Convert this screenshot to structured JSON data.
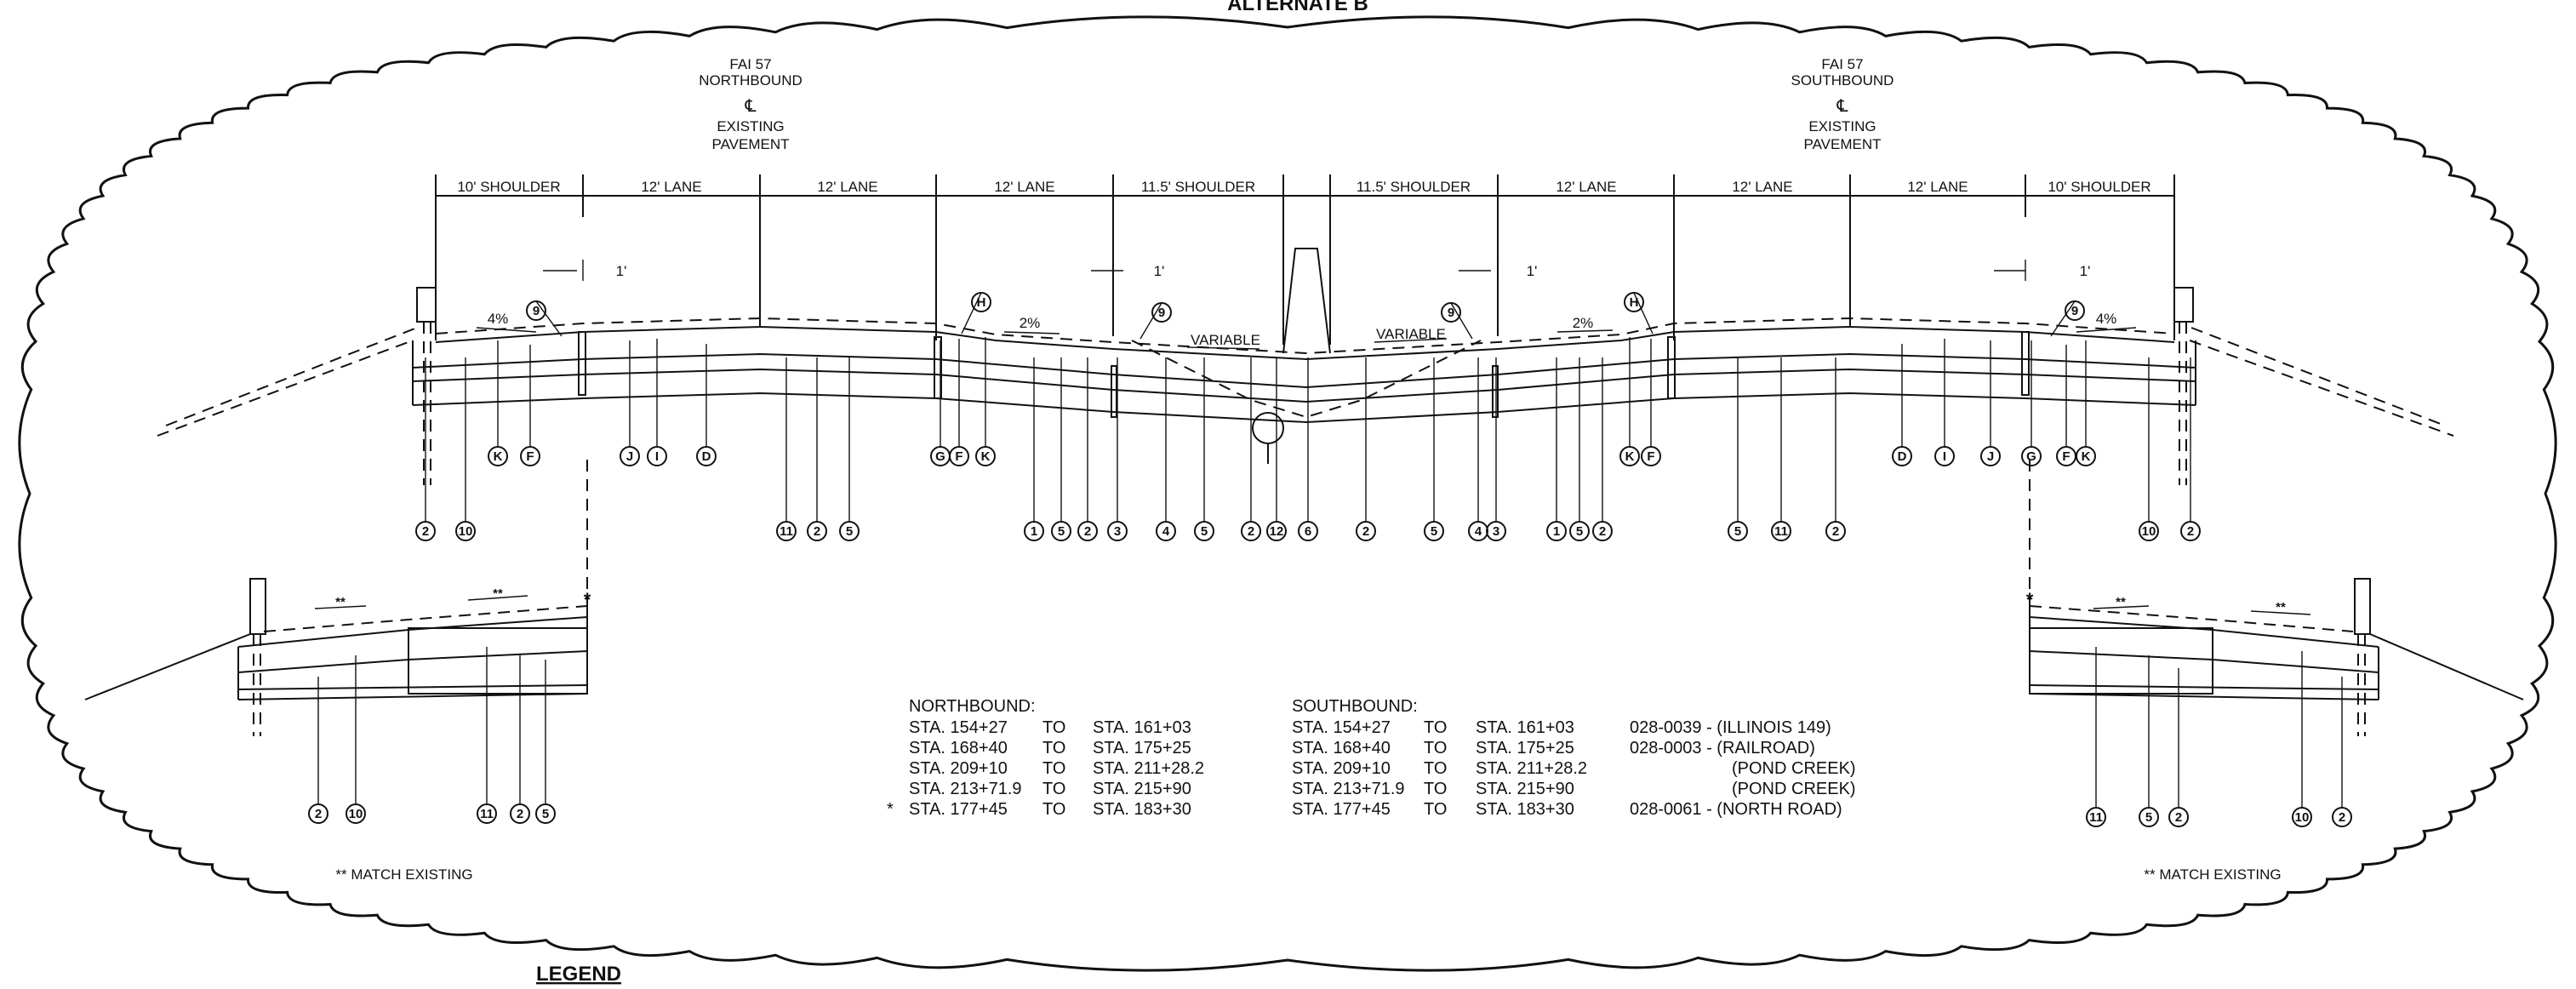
{
  "sheet_title": "ALTERNATE B",
  "legend_heading": "LEGEND",
  "northbound": {
    "road": "FAI 57",
    "direction": "NORTHBOUND",
    "cl_symbol": "℄",
    "note": "EXISTING",
    "note2": "PAVEMENT"
  },
  "southbound": {
    "road": "FAI 57",
    "direction": "SOUTHBOUND",
    "cl_symbol": "℄",
    "note": "EXISTING",
    "note2": "PAVEMENT"
  },
  "widths": {
    "nb": [
      "10' SHOULDER",
      "12' LANE",
      "12' LANE",
      "12' LANE",
      "11.5' SHOULDER"
    ],
    "sb": [
      "11.5' SHOULDER",
      "12' LANE",
      "12' LANE",
      "12' LANE",
      "10' SHOULDER"
    ]
  },
  "dims": {
    "one_ft": "1'"
  },
  "slopes": {
    "four": "4%",
    "two": "2%",
    "variable": "VARIABLE"
  },
  "match_existing": "** MATCH EXISTING",
  "double_star": "**",
  "asterisk": "*",
  "station_tables": {
    "nb_title": "NORTHBOUND:",
    "sb_title": "SOUTHBOUND:",
    "to": "TO",
    "nb_rows": [
      {
        "mark": "",
        "from": "STA. 154+27",
        "to": "STA. 161+03"
      },
      {
        "mark": "",
        "from": "STA. 168+40",
        "to": "STA. 175+25"
      },
      {
        "mark": "",
        "from": "STA. 209+10",
        "to": "STA. 211+28.2"
      },
      {
        "mark": "",
        "from": "STA. 213+71.9",
        "to": "STA. 215+90"
      },
      {
        "mark": "*",
        "from": "STA. 177+45",
        "to": "STA. 183+30"
      }
    ],
    "sb_rows": [
      {
        "from": "STA. 154+27",
        "to": "STA. 161+03",
        "note": "028-0039 - (ILLINOIS 149)"
      },
      {
        "from": "STA. 168+40",
        "to": "STA. 175+25",
        "note": "028-0003 - (RAILROAD)"
      },
      {
        "from": "STA. 209+10",
        "to": "STA. 211+28.2",
        "note": "(POND CREEK)"
      },
      {
        "from": "STA. 213+71.9",
        "to": "STA. 215+90",
        "note": "(POND CREEK)"
      },
      {
        "from": "STA. 177+45",
        "to": "STA. 183+30",
        "note": "028-0061 - (NORTH ROAD)"
      }
    ]
  },
  "callouts": {
    "upper_letters": [
      "H",
      "H"
    ],
    "upper_nums": [
      "9",
      "9",
      "9",
      "9"
    ],
    "mid_row": [
      "K",
      "F",
      "J",
      "I",
      "D",
      "G",
      "F",
      "K",
      "K",
      "F",
      "D",
      "I",
      "J",
      "G",
      "F",
      "K"
    ],
    "bottom_row": [
      "2",
      "10",
      "11",
      "2",
      "5",
      "1",
      "5",
      "2",
      "3",
      "4",
      "5",
      "2",
      "12",
      "6",
      "2",
      "5",
      "4",
      "3",
      "1",
      "5",
      "2",
      "5",
      "11",
      "2",
      "10",
      "2"
    ],
    "inset_left": [
      "2",
      "10",
      "11",
      "2",
      "5"
    ],
    "inset_right": [
      "11",
      "5",
      "2",
      "10",
      "2"
    ]
  },
  "colors": {
    "ink": "#111111",
    "paper": "#ffffff"
  }
}
